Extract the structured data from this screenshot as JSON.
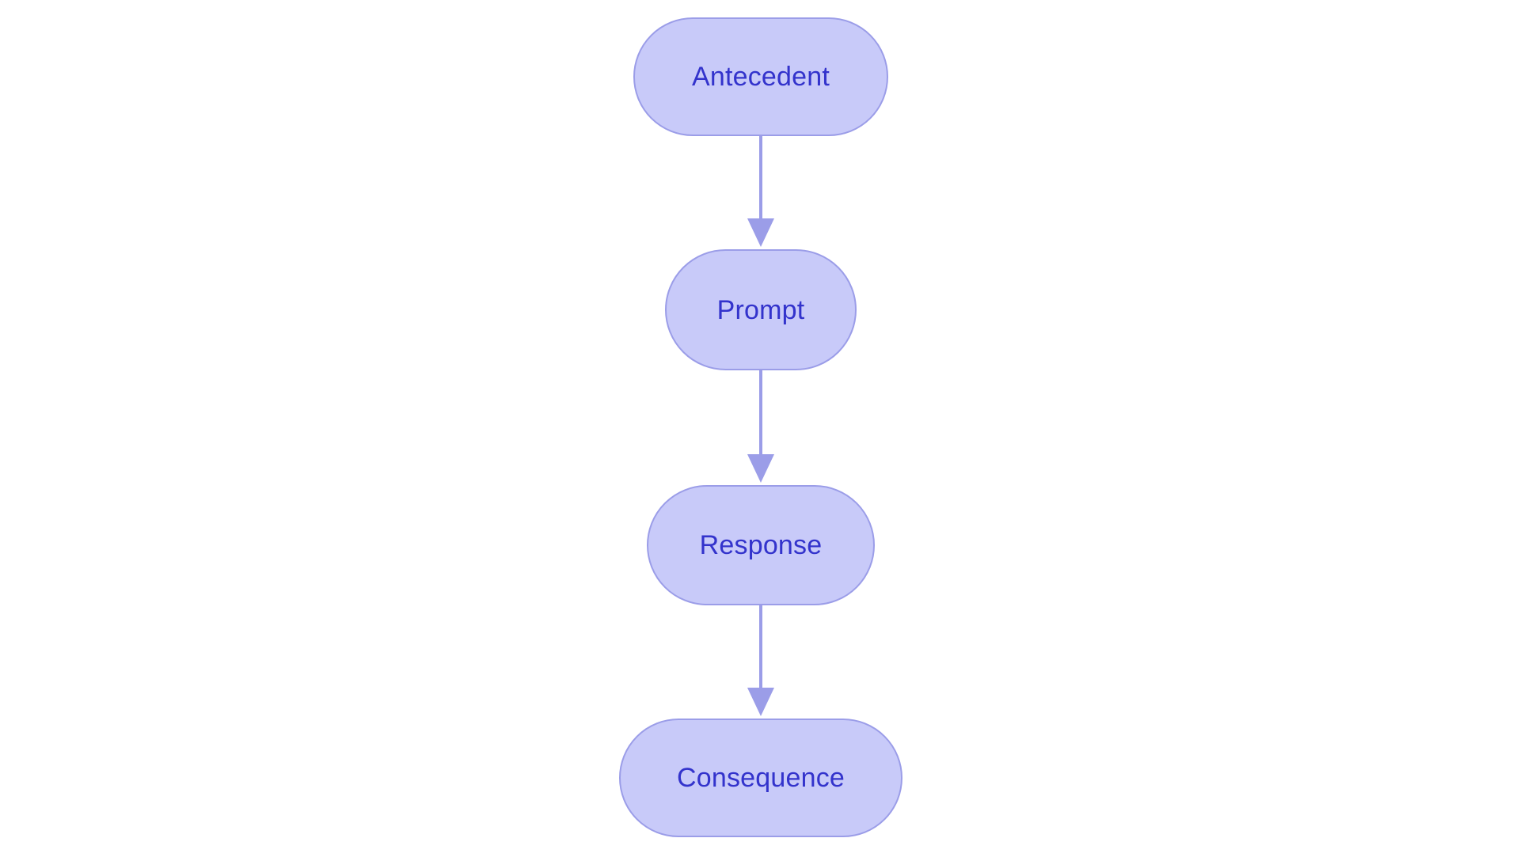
{
  "diagram": {
    "type": "flowchart",
    "orientation": "top-to-bottom",
    "background_color": "#ffffff",
    "node_fill_color": "#c8caf9",
    "node_border_color": "#9b9de8",
    "node_text_color": "#3333cc",
    "edge_color": "#9b9de8",
    "nodes": [
      {
        "id": "antecedent",
        "label": "Antecedent"
      },
      {
        "id": "prompt",
        "label": "Prompt"
      },
      {
        "id": "response",
        "label": "Response"
      },
      {
        "id": "consequence",
        "label": "Consequence"
      }
    ],
    "edges": [
      {
        "from": "antecedent",
        "to": "prompt",
        "label": ""
      },
      {
        "from": "prompt",
        "to": "response",
        "label": ""
      },
      {
        "from": "response",
        "to": "consequence",
        "label": ""
      }
    ]
  }
}
